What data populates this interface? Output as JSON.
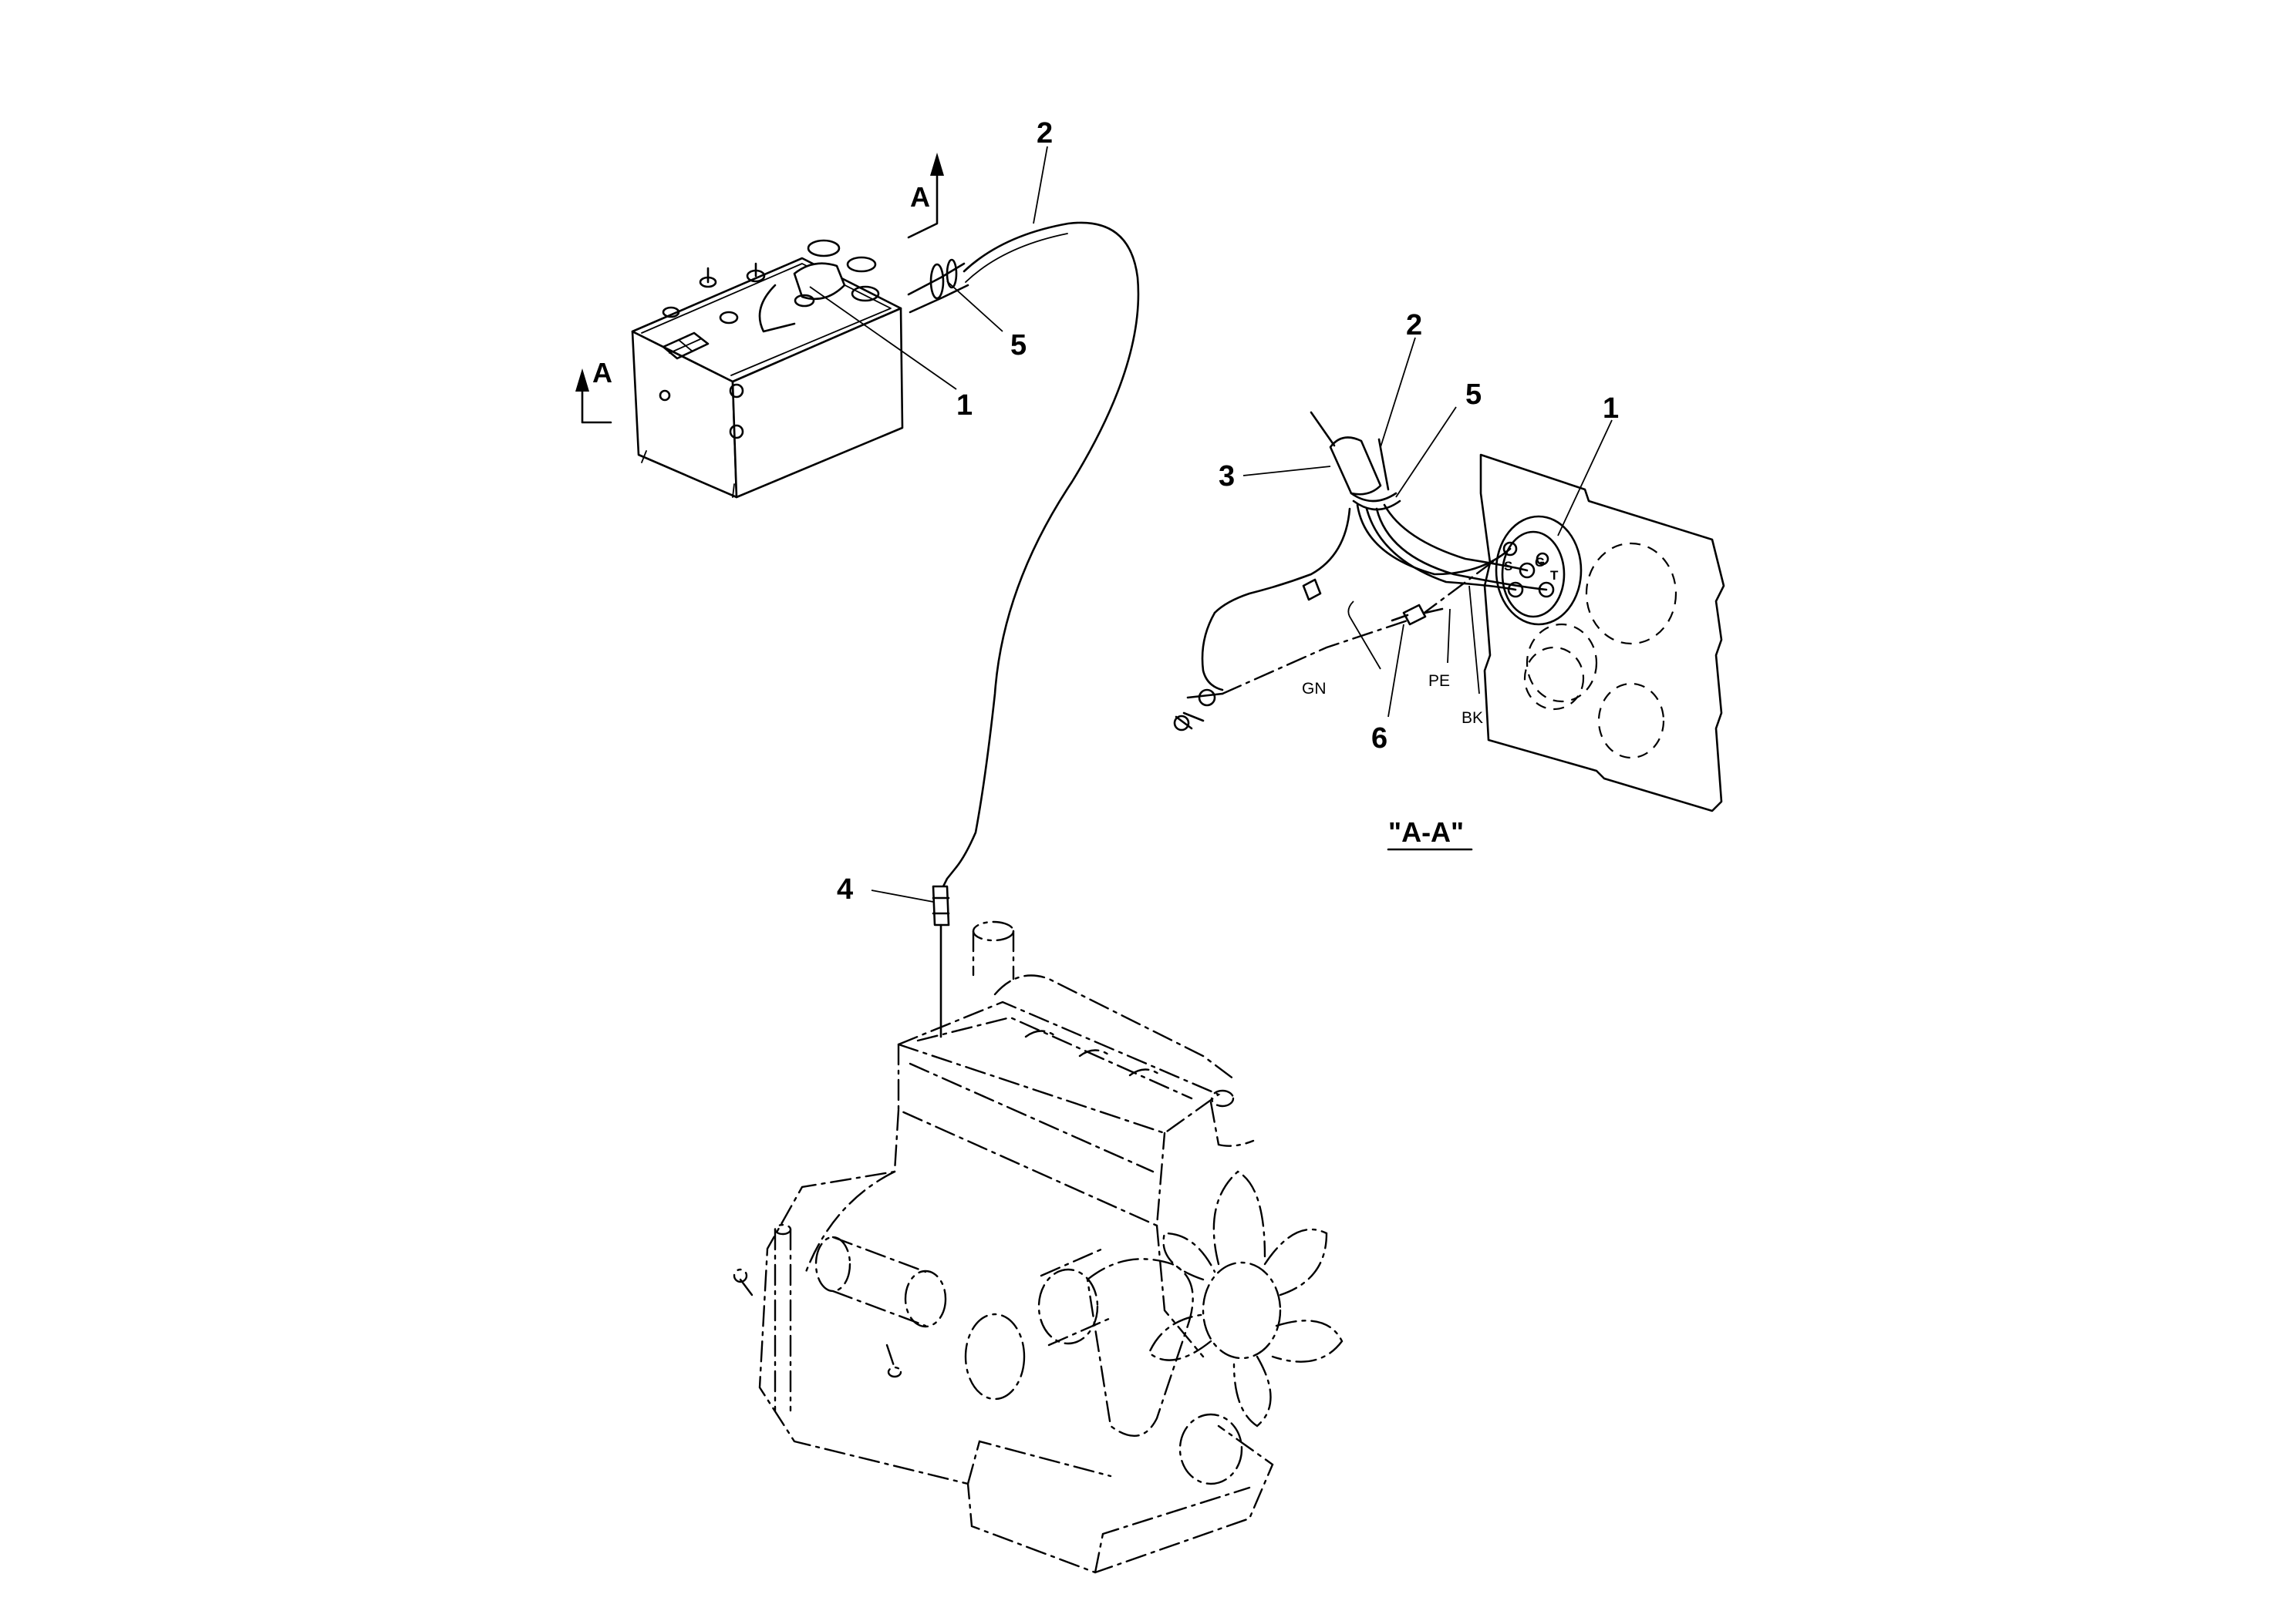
{
  "callouts": {
    "c1": "1",
    "c2": "2",
    "c5": "5",
    "c4": "4",
    "d1": "1",
    "d2": "2",
    "d3": "3",
    "d5": "5",
    "d6": "6"
  },
  "section_markers": {
    "upper": "A",
    "lower": "A"
  },
  "wire_labels": {
    "gn": "GN",
    "pe": "PE",
    "bk": "BK"
  },
  "terminals": {
    "s": "S",
    "g": "G",
    "t": "T"
  },
  "view_title": "\"A-A\""
}
